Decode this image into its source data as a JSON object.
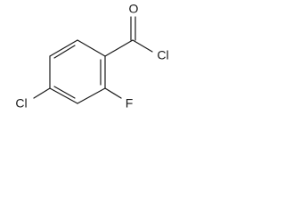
{
  "molecule": {
    "atoms": {
      "carbonyl_oxygen": "O",
      "acyl_chlorine": "Cl",
      "fluorine": "F",
      "ring_chlorine": "Cl"
    },
    "colors": {
      "bond": "#1a1a1a",
      "text": "#1a1a1a",
      "background": "#ffffff"
    }
  }
}
